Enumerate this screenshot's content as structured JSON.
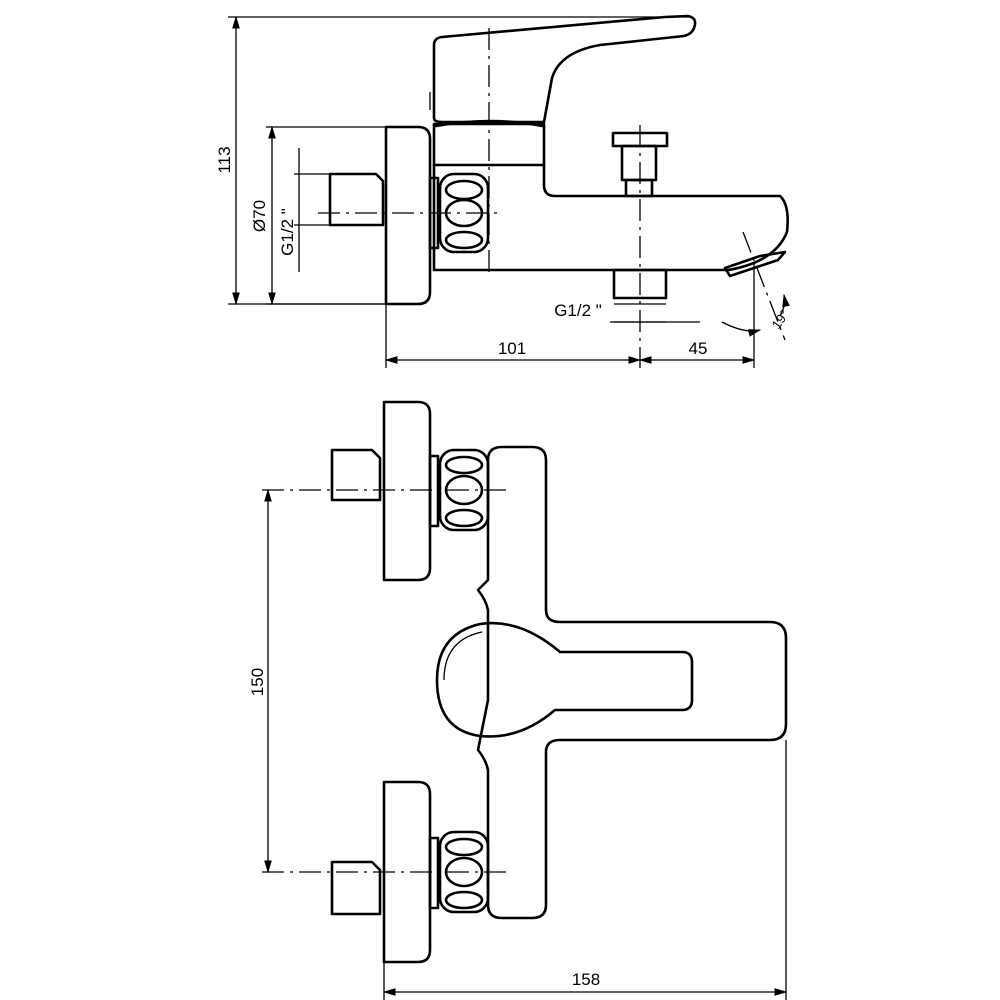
{
  "side_view": {
    "dims": {
      "height": "113",
      "flange_diameter": "Ø70",
      "inlet_thread": "G1/2 \"",
      "outlet_thread": "G1/2 \"",
      "body_to_spout": "101",
      "spout_length": "45",
      "angle": "19°"
    }
  },
  "top_view": {
    "dims": {
      "inlet_spacing": "150",
      "overall_width": "158"
    }
  }
}
